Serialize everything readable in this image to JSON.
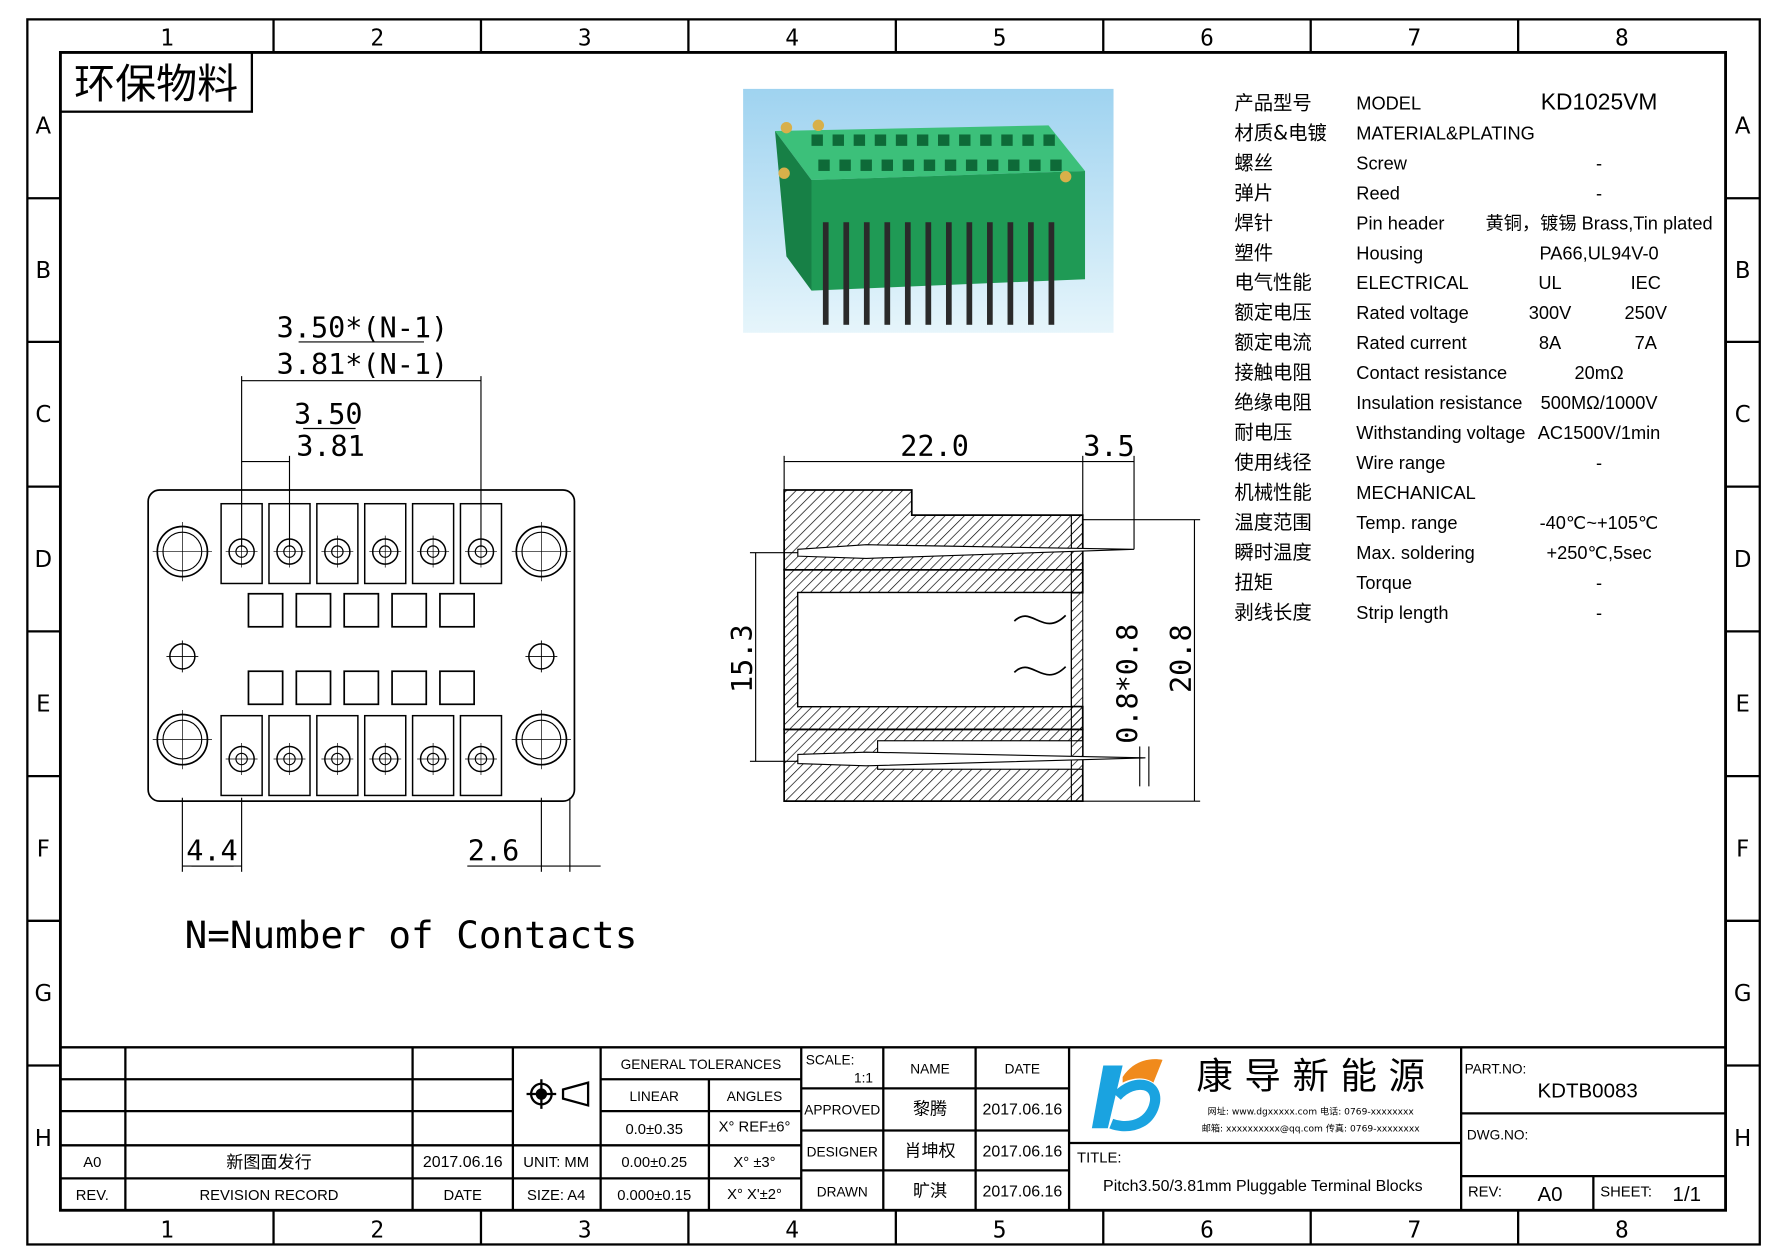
{
  "frame": {
    "columns": [
      "1",
      "2",
      "3",
      "4",
      "5",
      "6",
      "7",
      "8"
    ],
    "rows": [
      "A",
      "B",
      "C",
      "D",
      "E",
      "F",
      "G",
      "H"
    ]
  },
  "stamp": "环保物料",
  "drawing": {
    "dim_pitch_n1_a": "3.50*(N-1)",
    "dim_pitch_n1_b": "3.81*(N-1)",
    "dim_pitch_a": "3.50",
    "dim_pitch_b": "3.81",
    "dim_left": "4.4",
    "dim_right": "2.6",
    "dim_depth": "22.0",
    "dim_pin": "3.5",
    "dim_height_a": "15.3",
    "dim_height_b": "20.8",
    "dim_pin_section": "0.8*0.8",
    "note": "N=Number of Contacts"
  },
  "specs": [
    {
      "cn": "产品型号",
      "en": "MODEL",
      "value": "KD1025VM"
    },
    {
      "cn": "材质&电镀",
      "en": "MATERIAL&PLATING",
      "value": ""
    },
    {
      "cn": "螺丝",
      "en": "Screw",
      "value": "-"
    },
    {
      "cn": "弹片",
      "en": "Reed",
      "value": "-"
    },
    {
      "cn": "焊针",
      "en": "Pin header",
      "value": "黄铜，镀锡 Brass,Tin plated"
    },
    {
      "cn": "塑件",
      "en": "Housing",
      "value": "PA66,UL94V-0"
    },
    {
      "cn": "电气性能",
      "en": "ELECTRICAL",
      "ul": "UL",
      "iec": "IEC"
    },
    {
      "cn": "额定电压",
      "en": "Rated voltage",
      "ul": "300V",
      "iec": "250V"
    },
    {
      "cn": "额定电流",
      "en": "Rated current",
      "ul": "8A",
      "iec": "7A"
    },
    {
      "cn": "接触电阻",
      "en": "Contact resistance",
      "value": "20mΩ"
    },
    {
      "cn": "绝缘电阻",
      "en": "Insulation resistance",
      "value": "500MΩ/1000V"
    },
    {
      "cn": "耐电压",
      "en": "Withstanding voltage",
      "value": "AC1500V/1min"
    },
    {
      "cn": "使用线径",
      "en": "Wire range",
      "value": "-"
    },
    {
      "cn": "机械性能",
      "en": "MECHANICAL",
      "value": ""
    },
    {
      "cn": "温度范围",
      "en": "Temp. range",
      "value": "-40℃~+105℃"
    },
    {
      "cn": "瞬时温度",
      "en": "Max. soldering",
      "value": "+250℃,5sec"
    },
    {
      "cn": "扭矩",
      "en": "Torque",
      "value": "-"
    },
    {
      "cn": "剥线长度",
      "en": "Strip length",
      "value": "-"
    }
  ],
  "title_block": {
    "rev_row": {
      "rev": "A0",
      "record": "新图面发行",
      "date": "2017.06.16"
    },
    "headers": {
      "rev": "REV.",
      "record": "REVISION RECORD",
      "date": "DATE"
    },
    "unit": "UNIT: MM",
    "size": "SIZE: A4",
    "general_tolerances": "GENERAL TOLERANCES",
    "linear": "LINEAR",
    "angles": "ANGLES",
    "linear_values": [
      "0.0±0.35",
      "0.00±0.25",
      "0.000±0.15"
    ],
    "angle_values": [
      "X° REF±6°",
      "X° ±3°",
      "X° X'±2°"
    ],
    "scale_label": "SCALE:",
    "scale_value": "1:1",
    "name_label": "NAME",
    "date_label": "DATE",
    "approved": {
      "label": "APPROVED",
      "name": "黎腾",
      "date": "2017.06.16"
    },
    "designer": {
      "label": "DESIGNER",
      "name": "肖坤权",
      "date": "2017.06.16"
    },
    "drawn": {
      "label": "DRAWN",
      "name": "旷淇",
      "date": "2017.06.16"
    },
    "company": "康 导 新 能 源",
    "contact_line1": "网址: www.dgxxxxx.com  电话: 0769-xxxxxxxx",
    "contact_line2": "邮箱: xxxxxxxxxx@qq.com  传真: 0769-xxxxxxxx",
    "title_label": "TITLE:",
    "title": "Pitch3.50/3.81mm Pluggable Terminal Blocks",
    "part_no_label": "PART.NO:",
    "part_no": "KDTB0083",
    "dwg_no_label": "DWG.NO:",
    "rev_label": "REV:",
    "rev": "A0",
    "sheet_label": "SHEET:",
    "sheet": "1/1"
  },
  "colors": {
    "logo_blue": "#1aa3e0",
    "logo_orange": "#f08a1c",
    "housing_green": "#1f9a55",
    "photo_bg": "#bfe3f5"
  }
}
